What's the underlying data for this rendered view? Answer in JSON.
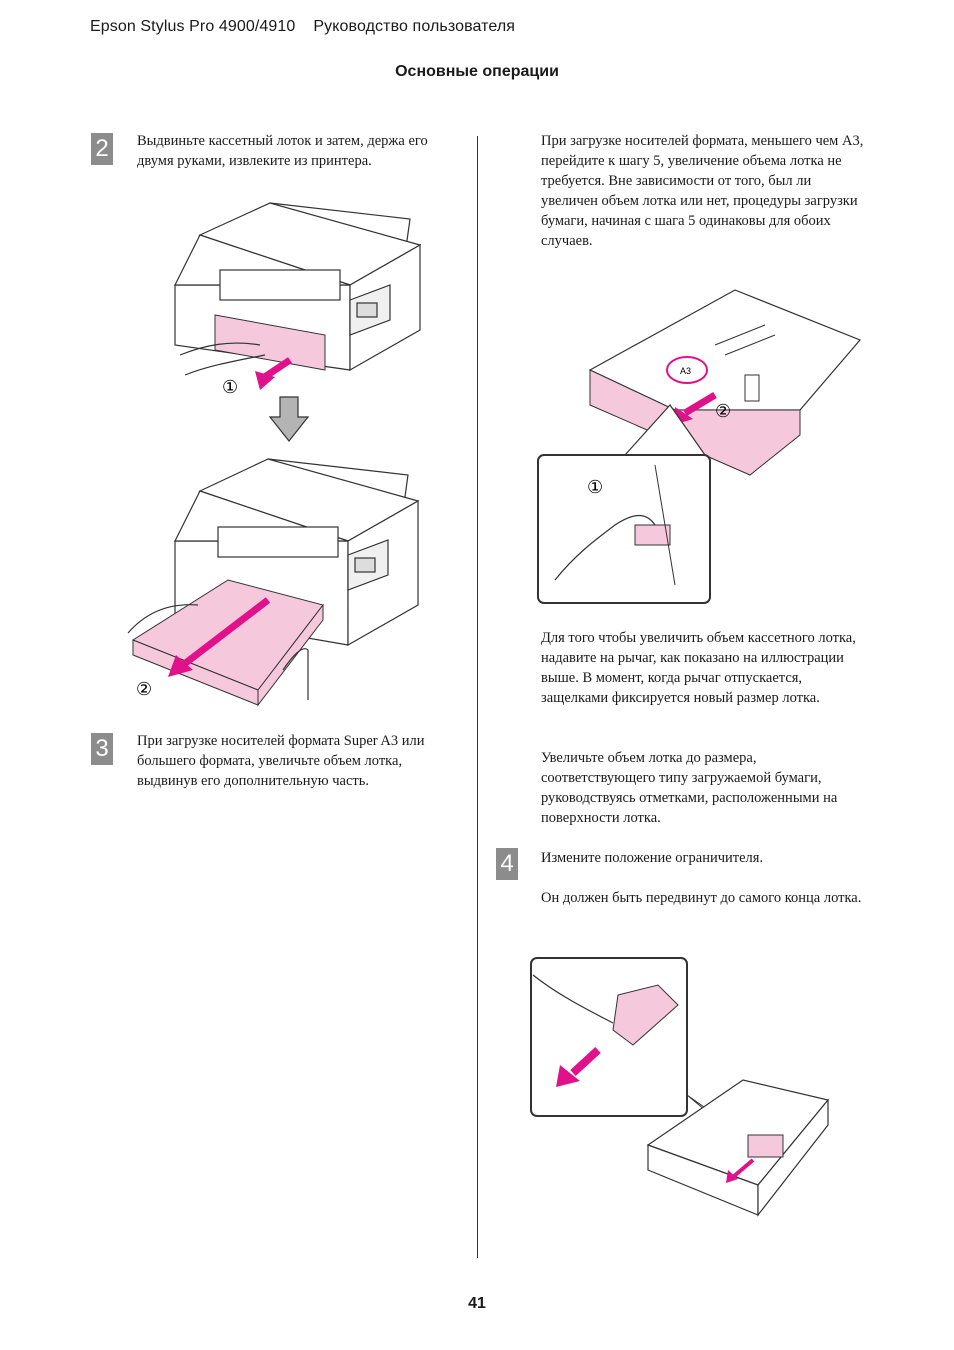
{
  "header": {
    "product": "Epson Stylus Pro 4900/4910",
    "doc": "Руководство пользователя",
    "section": "Основные операции"
  },
  "steps": [
    {
      "number": "2",
      "text": "Выдвиньте кассетный лоток и затем, держа его двумя руками, извлеките из принтера."
    },
    {
      "number": "3",
      "text": "При загрузке носителей формата Super A3 или большего формата, увеличьте объем лотка, выдвинув его дополнительную часть."
    },
    {
      "number": "4",
      "text": "Измените положение ограничителя."
    }
  ],
  "right_col": {
    "intro": "При загрузке носителей формата, меньшего чем A3, перейдите к шагу 5, увеличение объема лотка не требуется. Вне зависимости от того, был ли увеличен объем лотка или нет, процедуры загрузки бумаги, начиная с шага 5 одинаковы для обоих случаев.",
    "lever": "Для того чтобы увеличить объем кассетного лотка, надавите на рычаг, как показано на иллюстрации выше. В момент, когда рычаг отпускается, защелками фиксируется новый размер лотка.",
    "marks": "Увеличьте объем лотка до размера, соответствующего типу загружаемой бумаги, руководствуясь отметками, расположенными на поверхности лотка.",
    "stopper_note": "Он должен быть передвинут до самого конца лотка."
  },
  "figure_labels": {
    "circle_1": "①",
    "circle_2": "②",
    "a3": "A3"
  },
  "colors": {
    "pink": "#f5c8dc",
    "magenta": "#e0118a",
    "step_gray": "#8c8c8c"
  },
  "page_number": "41"
}
